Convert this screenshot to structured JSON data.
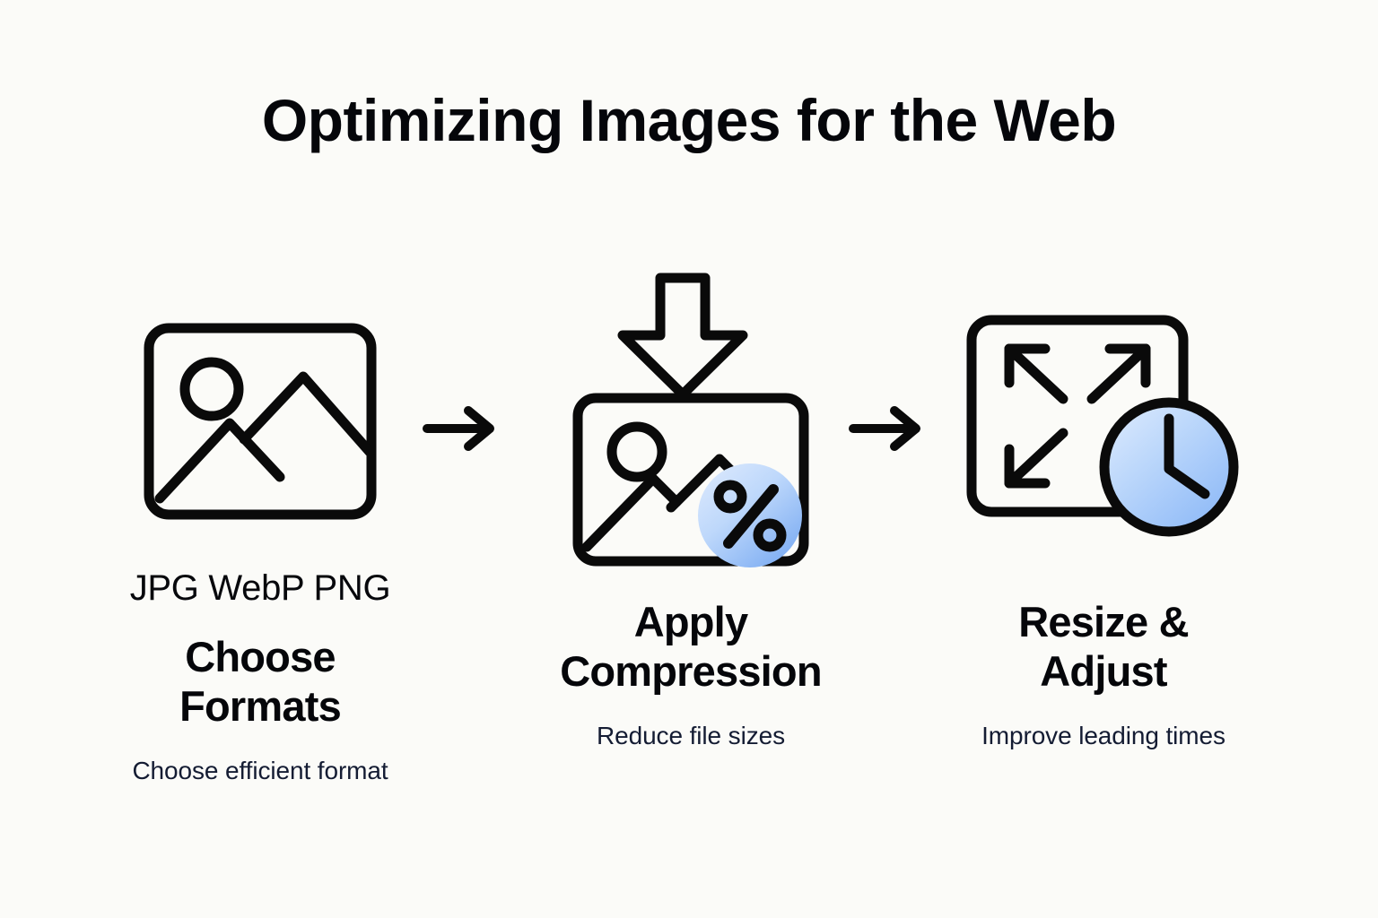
{
  "page": {
    "title": "Optimizing Images for the Web",
    "background_color": "#fbfbf8",
    "text_color": "#05060a",
    "caption_color": "#141c33",
    "accent_color_light": "#d3e3fc",
    "accent_color_dark": "#7aabf2"
  },
  "steps": [
    {
      "icon_name": "image-file-icon",
      "formats": "JPG WebP PNG",
      "heading": "Choose Formats",
      "caption": "Choose efficient format"
    },
    {
      "icon_name": "compress-image-percent-icon",
      "formats": "",
      "heading": "Apply Compression",
      "caption": "Reduce file sizes"
    },
    {
      "icon_name": "resize-clock-icon",
      "formats": "",
      "heading": "Resize & Adjust",
      "caption": "Improve leading times"
    }
  ],
  "connectors": [
    {
      "name": "arrow-right-1",
      "label": "→"
    },
    {
      "name": "arrow-right-2",
      "label": "→"
    }
  ]
}
